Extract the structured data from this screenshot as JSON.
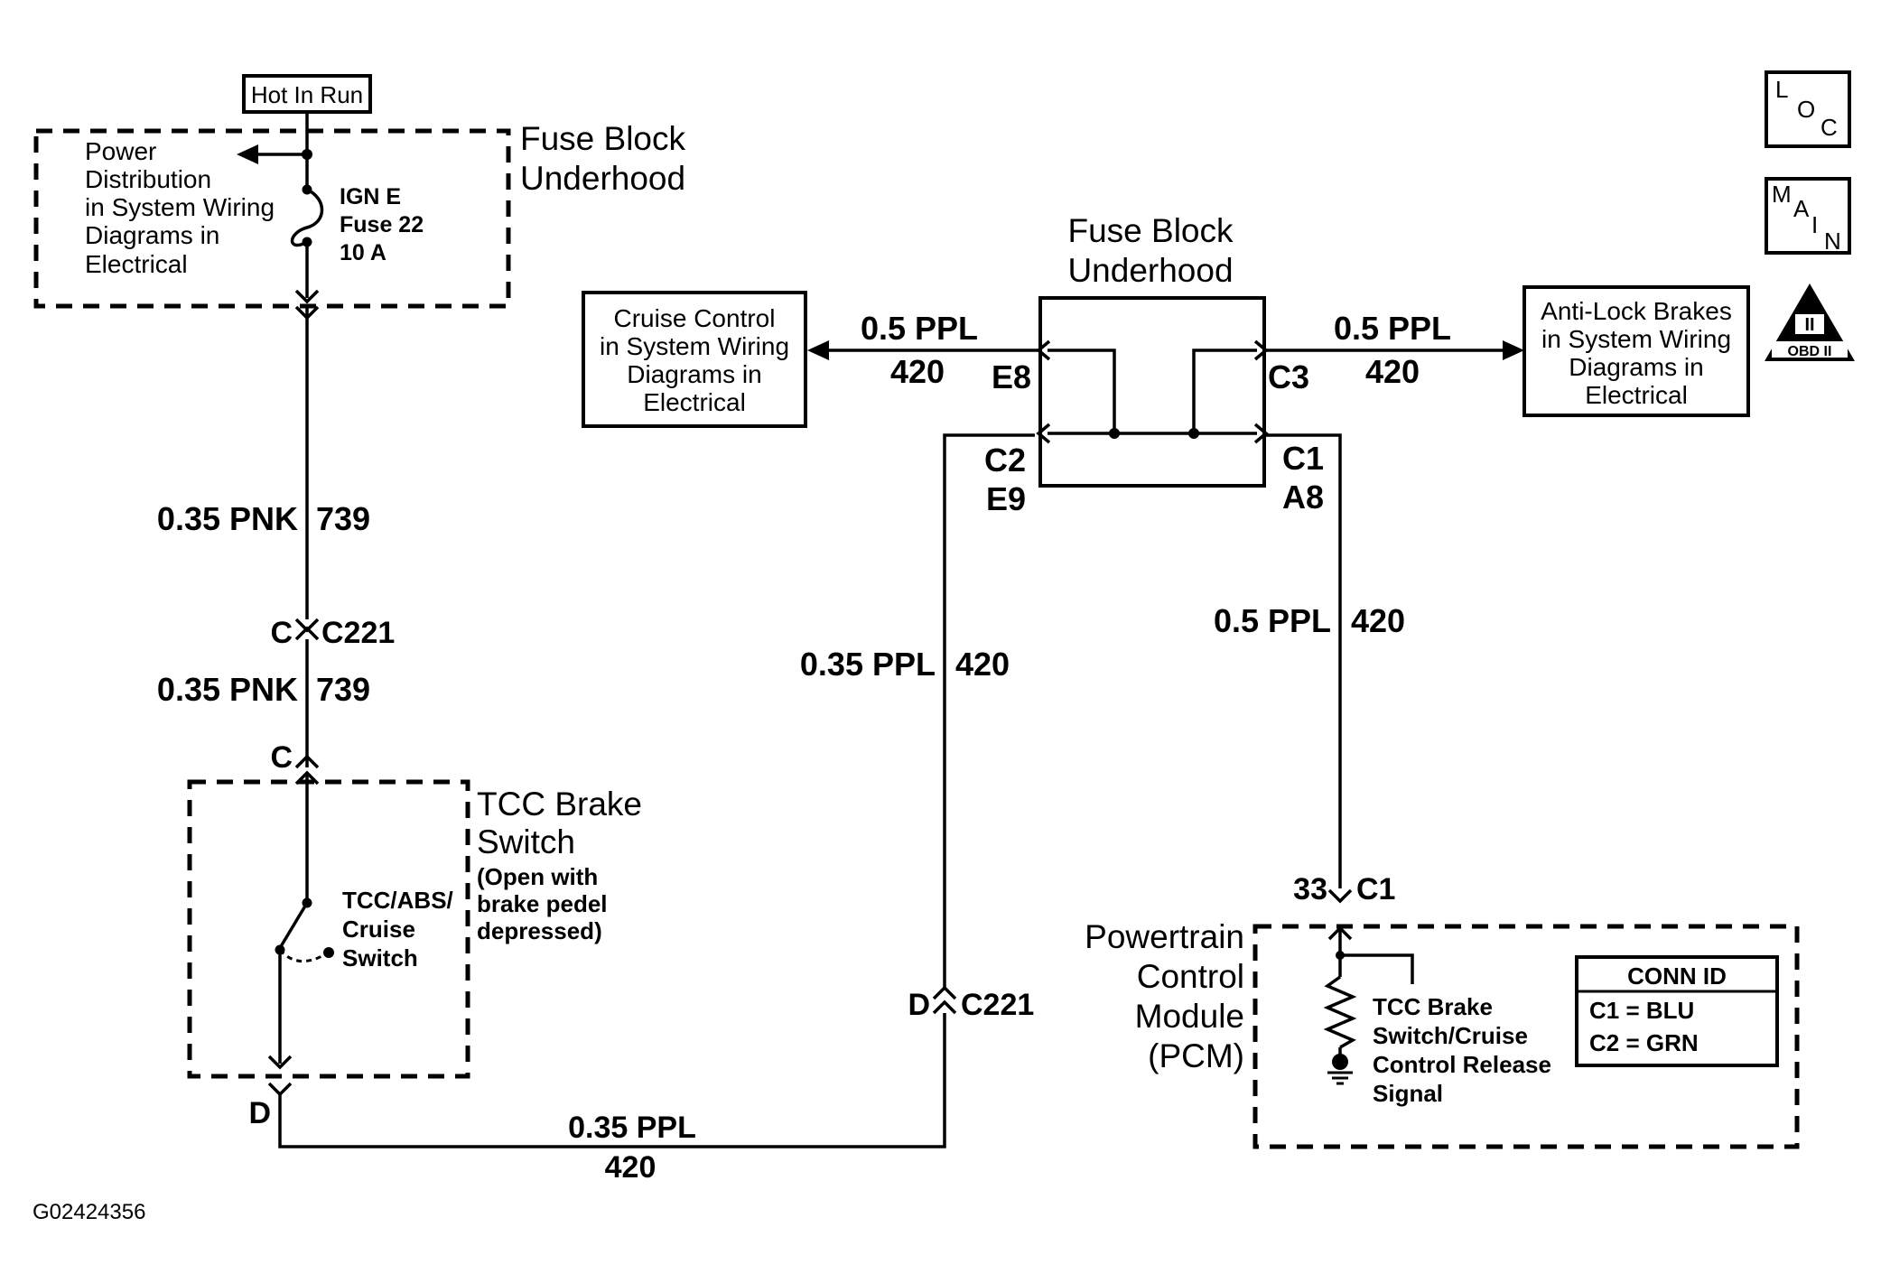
{
  "header": {
    "hot_in_run": "Hot In Run"
  },
  "fuse_block_left": {
    "title_line1": "Fuse Block",
    "title_line2": "Underhood",
    "power_dist": [
      "Power",
      "Distribution",
      "in System Wiring",
      "Diagrams in",
      "Electrical"
    ],
    "fuse_name": "IGN E",
    "fuse_number": "Fuse 22",
    "fuse_rating": "10 A"
  },
  "left_wire": {
    "upper_label": "0.35 PNK",
    "upper_circuit": "739",
    "connector_pin_top": "C",
    "connector_top": "C221",
    "lower_label": "0.35 PNK",
    "lower_circuit": "739",
    "pin_c": "C",
    "pin_d": "D"
  },
  "tcc_switch": {
    "title_line1": "TCC Brake",
    "title_line2": "Switch",
    "note": [
      "(Open with",
      "brake pedel",
      "depressed)"
    ],
    "switch_label": [
      "TCC/ABS/",
      "Cruise",
      "Switch"
    ]
  },
  "bottom_wire": {
    "label": "0.35 PPL",
    "circuit": "420"
  },
  "middle_wire": {
    "label": "0.35 PPL",
    "circuit": "420",
    "connector_pin": "D",
    "connector": "C221"
  },
  "fuse_block_center": {
    "title_line1": "Fuse Block",
    "title_line2": "Underhood",
    "pin_e8": "E8",
    "pin_c3": "C3",
    "pin_c2": "C2",
    "pin_e9": "E9",
    "pin_c1": "C1",
    "pin_a8": "A8"
  },
  "cruise_box": {
    "lines": [
      "Cruise Control",
      "in System Wiring",
      "Diagrams in",
      "Electrical"
    ],
    "wire_label": "0.5 PPL",
    "wire_circuit": "420"
  },
  "abs_box": {
    "lines": [
      "Anti-Lock Brakes",
      "in System Wiring",
      "Diagrams in",
      "Electrical"
    ],
    "wire_label": "0.5 PPL",
    "wire_circuit": "420"
  },
  "right_wire": {
    "label": "0.5 PPL",
    "circuit": "420",
    "pin": "33",
    "connector": "C1"
  },
  "pcm": {
    "title": [
      "Powertrain",
      "Control",
      "Module",
      "(PCM)"
    ],
    "signal": [
      "TCC Brake",
      "Switch/Cruise",
      "Control Release",
      "Signal"
    ],
    "conn_id_title": "CONN ID",
    "conn_c1": "C1 = BLU",
    "conn_c2": "C2 = GRN"
  },
  "icons": {
    "loc": [
      "L",
      "O",
      "C"
    ],
    "main": [
      "M",
      "A",
      "I",
      "N"
    ],
    "obd_roman": "II",
    "obd_text": "OBD II"
  },
  "footer": {
    "figure_id": "G02424356"
  }
}
